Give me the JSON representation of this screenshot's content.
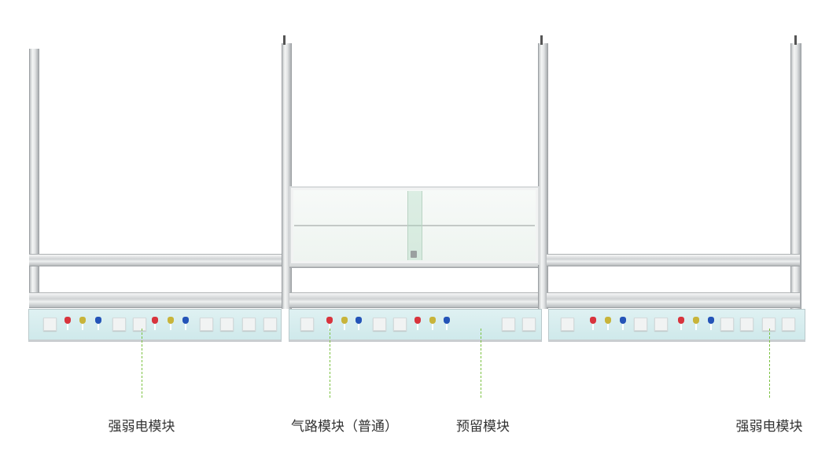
{
  "labels": [
    {
      "text": "强弱电模块"
    },
    {
      "text": "气路模块（普通）"
    },
    {
      "text": "预留模块"
    },
    {
      "text": "强弱电模块"
    }
  ],
  "colors": {
    "tap_red": "#d8343d",
    "tap_yellow": "#c8b43a",
    "tap_blue": "#2454b8",
    "leader": "#7cc242",
    "panel": "#d5ecee"
  },
  "panels": [
    {
      "name": "left-module-panel",
      "items": [
        "socket",
        "tap-red",
        "tap-yellow",
        "tap-blue",
        "socket",
        "socket",
        "tap-red",
        "tap-yellow",
        "tap-blue",
        "socket",
        "socket",
        "socket",
        "socket"
      ]
    },
    {
      "name": "middle-module-panel",
      "items": [
        "socket",
        "tap-red",
        "tap-yellow",
        "tap-blue",
        "socket",
        "socket",
        "tap-red",
        "tap-yellow",
        "tap-blue",
        "socket",
        "socket"
      ]
    },
    {
      "name": "right-module-panel",
      "items": [
        "socket",
        "tap-red",
        "tap-yellow",
        "tap-blue",
        "socket",
        "socket",
        "tap-red",
        "tap-yellow",
        "tap-blue",
        "socket",
        "socket",
        "socket",
        "socket"
      ]
    }
  ]
}
